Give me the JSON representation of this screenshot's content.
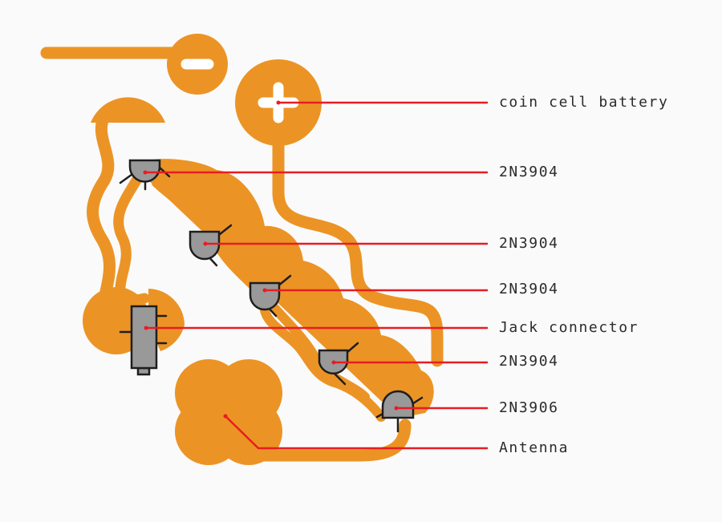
{
  "colors": {
    "background": "#fafafa",
    "trace": "#eb9425",
    "leader": "#e81c23",
    "component_fill": "#999999",
    "component_outline": "#1e1e1e",
    "text": "#2b2b2b"
  },
  "icons": {
    "negative_terminal": "minus-icon",
    "positive_terminal": "plus-icon"
  },
  "labels": {
    "battery": "coin cell battery",
    "transistor_1": "2N3904",
    "transistor_2": "2N3904",
    "transistor_3": "2N3904",
    "jack": "Jack connector",
    "transistor_4": "2N3904",
    "transistor_5": "2N3906",
    "antenna": "Antenna"
  }
}
